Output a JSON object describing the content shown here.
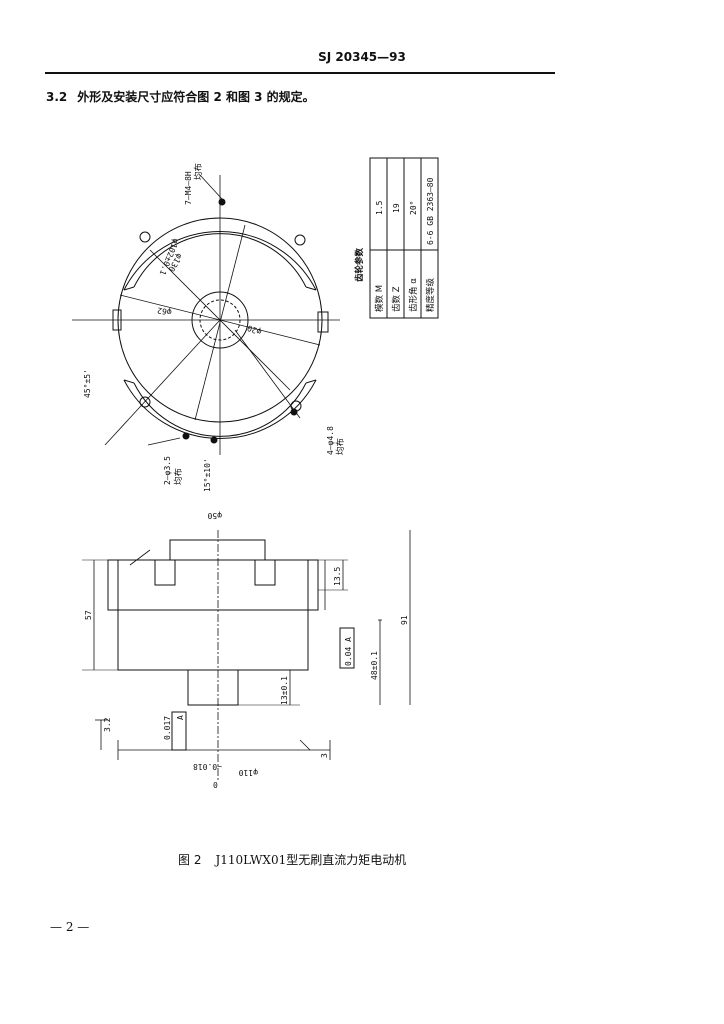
{
  "header": {
    "standard_no": "SJ 20345—93"
  },
  "clause": {
    "number": "3.2",
    "text": "外形及安装尺寸应符合图 2 和图 3 的规定。"
  },
  "gear_table": {
    "title": "齿轮参数",
    "rows": [
      {
        "label": "模数 M",
        "value": "1.5"
      },
      {
        "label": "齿数 Z",
        "value": "19"
      },
      {
        "label": "齿形角 α",
        "value": "20°"
      },
      {
        "label": "精度等级",
        "value": "6-6 GB 2363—80"
      }
    ]
  },
  "plan_view_labels": {
    "holes_top": "7—M4—8H",
    "holes_top_note": "均布",
    "phi_ring_outer": "φ130",
    "phi_ring_mid": "φ102±0.1",
    "phi_bore": "φ62",
    "phi_hub": "φ20",
    "angle_45": "45°±5'",
    "holes_left": "2—φ3.5",
    "holes_left_note": "均布",
    "angle_15": "15°±10'",
    "holes_right": "4—φ4.8",
    "holes_right_note": "均布"
  },
  "elevation_labels": {
    "phi_top": "φ50",
    "dim_13_5": "13.5",
    "dim_57": "57",
    "dim_91": "91",
    "tol_box": "0.04 A",
    "dim_48": "48±0.1",
    "dim_13": "13±0.1",
    "surface": "3.2",
    "tol_017": "0.017",
    "datum_a": "A",
    "dim_3": "3",
    "phi_base": "φ110",
    "phi_base_tol": "−0.018",
    "dim_0": "0"
  },
  "caption": {
    "label": "图 2",
    "model": "J110LWX01",
    "name": "型无刷直流力矩电动机"
  },
  "page_number": "— 2 —"
}
